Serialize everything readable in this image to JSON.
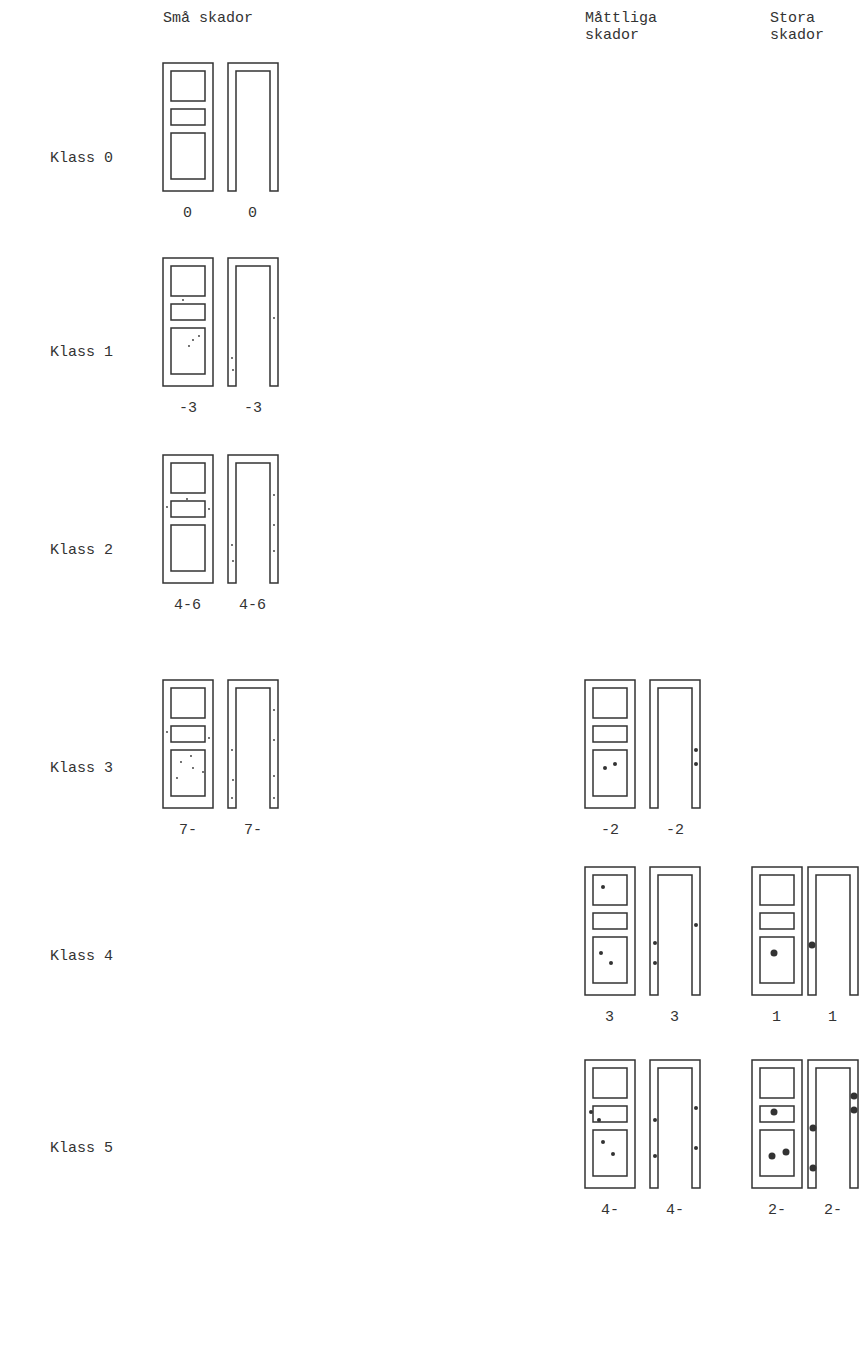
{
  "diagram": {
    "labels": [
      "Små skador",
      "Måttliga skador",
      "Stora skador",
      "Klass 0",
      "0",
      "0",
      "Klass 1",
      "-3",
      "-3",
      "Klass 2",
      "4-6",
      "4-6",
      "Klass 3",
      "7-",
      "7-",
      "-2",
      "-2",
      "Klass 4",
      "3",
      "3",
      "1",
      "1",
      "Klass 5",
      "4-",
      "4-",
      "2-",
      "2-"
    ]
  }
}
